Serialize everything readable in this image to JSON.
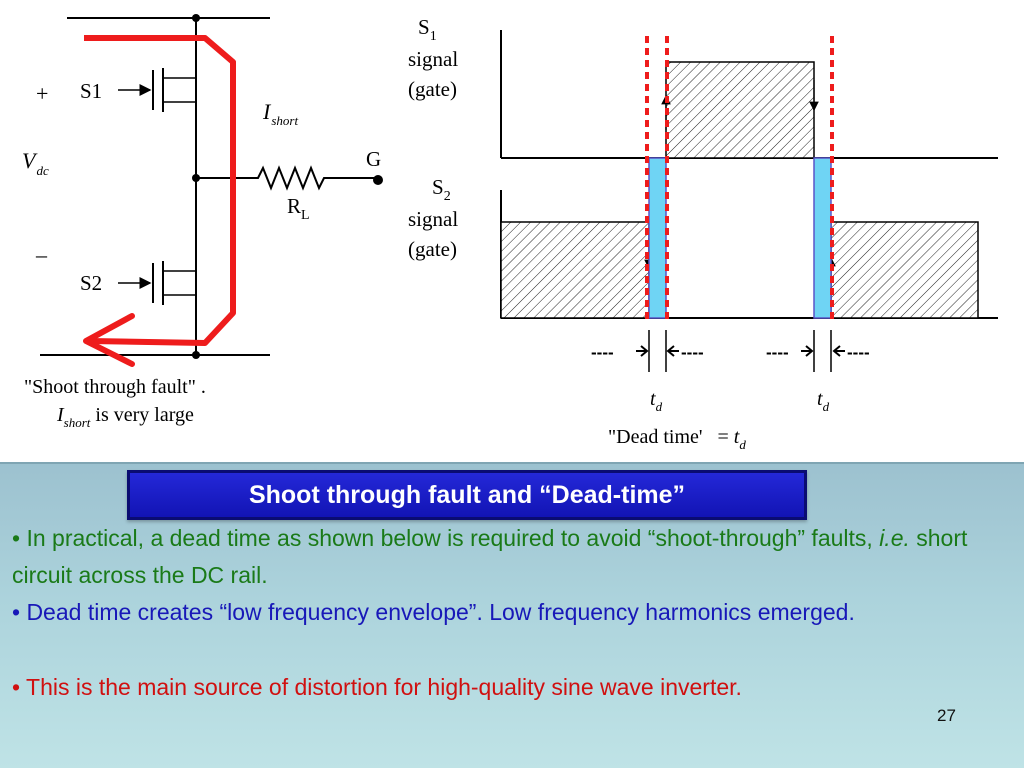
{
  "figure": {
    "circuit": {
      "plus": "+",
      "minus": "–",
      "vdc_main": "V",
      "vdc_sub": "dc",
      "s1": "S1",
      "s2": "S2",
      "ishort_main": "I",
      "ishort_sub": "short",
      "rl_main": "R",
      "rl_sub": "L",
      "g": "G",
      "caption_line1": "\"Shoot through fault\" .",
      "caption_i": "I",
      "caption_sub": "short",
      "caption_rest": " is very large"
    },
    "timing": {
      "s1_main": "S",
      "s1_sub": "1",
      "s1_line2": "signal",
      "s1_line3": "(gate)",
      "s2_main": "S",
      "s2_sub": "2",
      "s2_line2": "signal",
      "s2_line3": "(gate)",
      "td_main": "t",
      "td_sub": "d",
      "dead_time_label": "\"Dead time'   = ",
      "arrow_dashes": "----"
    }
  },
  "title": "Shoot through fault and “Dead-time”",
  "bullets": [
    {
      "marker": "• ",
      "before": "In practical, a dead time as shown below is required to avoid “shoot-through” faults, ",
      "italic": "i.e.",
      "after": " short circuit across the DC rail.",
      "color": "#1a7a18"
    },
    {
      "text": "• Dead time creates “low frequency envelope”. Low frequency harmonics emerged.",
      "color": "#1818b8"
    },
    {
      "text": "• This is the main source of distortion for high-quality sine wave inverter.",
      "color": "#d01010"
    }
  ],
  "page_number": "27",
  "colors": {
    "title_bg": "#1a1cc8",
    "band_bg": "#acd3dc",
    "red_path": "#ee1c1c",
    "dead_time_fill": "#6fd4f4"
  }
}
